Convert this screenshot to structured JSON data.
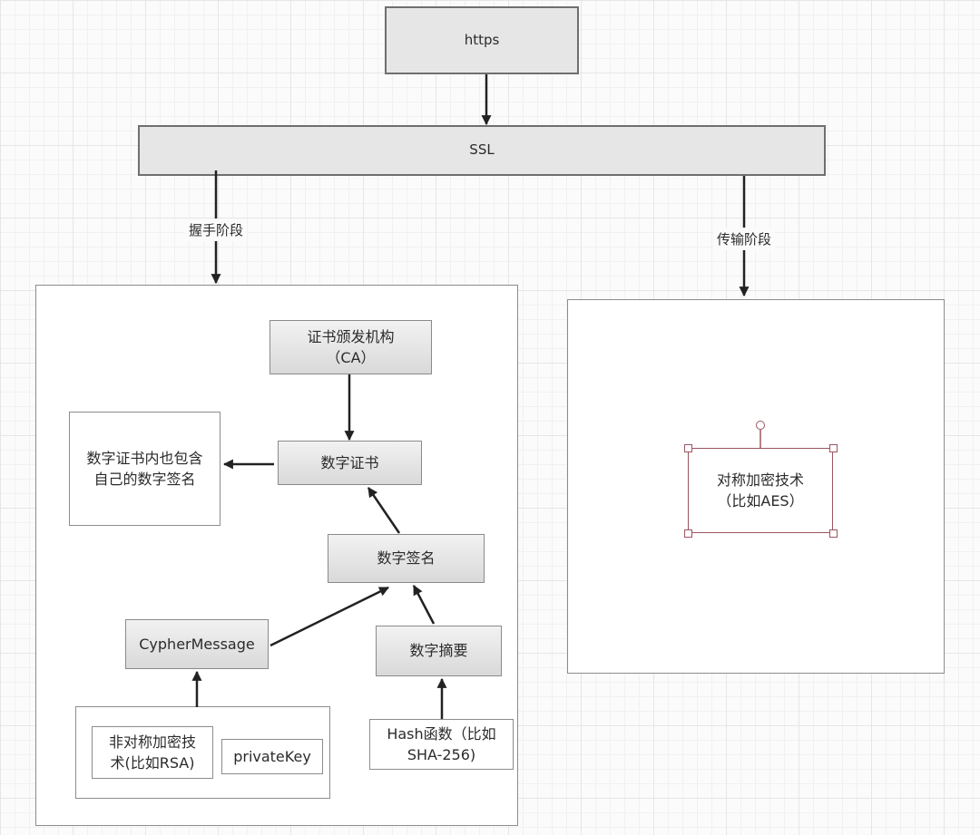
{
  "nodes": {
    "https": "https",
    "ssl": "SSL",
    "ca": "证书颁发机构\n（CA）",
    "cert": "数字证书",
    "cert_note": "数字证书内也包含\n自己的数字签名",
    "signature": "数字签名",
    "cypher": "CypherMessage",
    "digest": "数字摘要",
    "asym": "非对称加密技\n术(比如RSA)",
    "private_key": "privateKey",
    "hash": "Hash函数（比如\nSHA-256)",
    "sym": "对称加密技术\n（比如AES）"
  },
  "edges": {
    "handshake": "握手阶段",
    "transfer": "传输阶段"
  }
}
